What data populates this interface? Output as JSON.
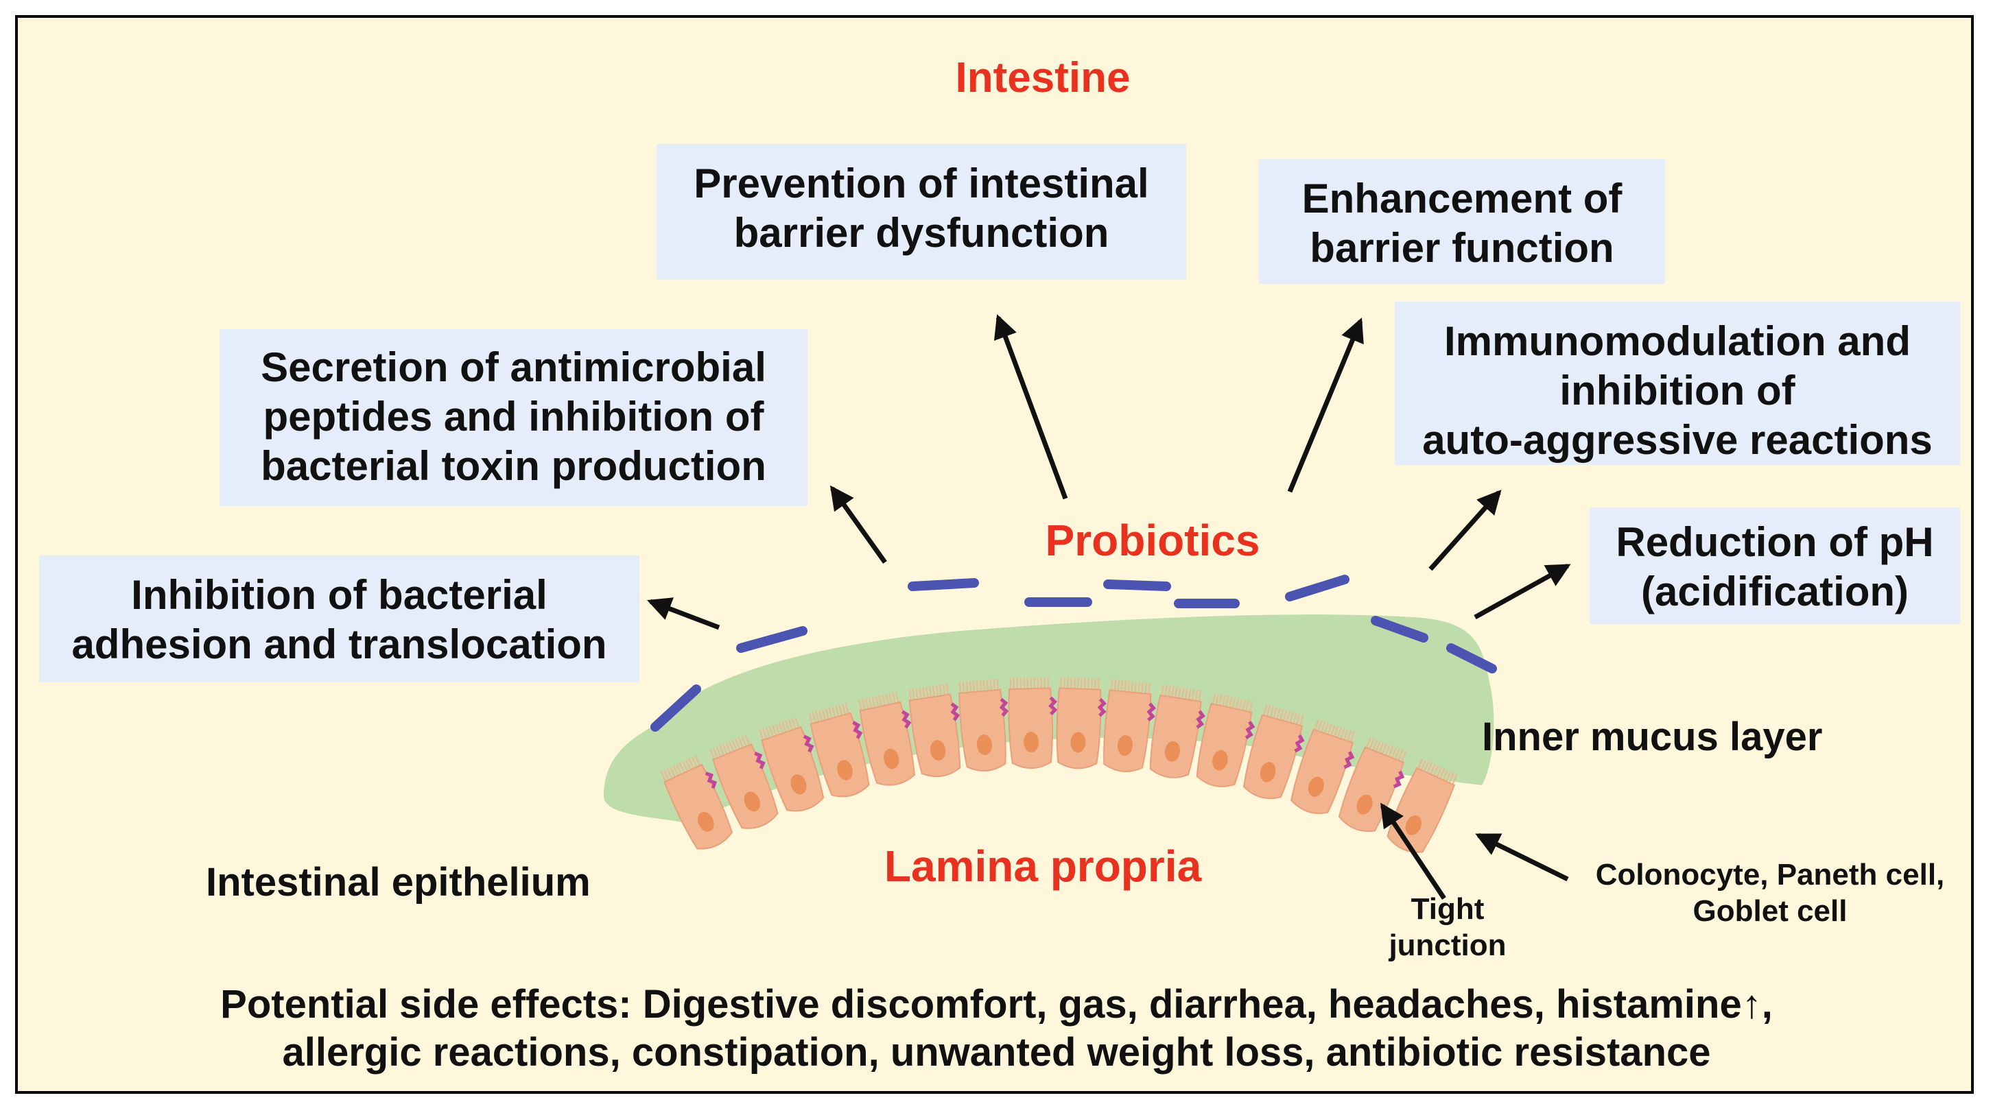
{
  "title": "Intestine",
  "center_label": "Probiotics",
  "effects": {
    "barrier_prevention": [
      "Prevention of intestinal",
      "barrier dysfunction"
    ],
    "barrier_enhancement": [
      "Enhancement of",
      "barrier function"
    ],
    "antimicrobial": [
      "Secretion of antimicrobial",
      "peptides and inhibition of",
      "bacterial toxin production"
    ],
    "immunomodulation": [
      "Immunomodulation and",
      "inhibition  of",
      "auto-aggressive reactions"
    ],
    "adhesion": [
      "Inhibition of bacterial",
      "adhesion and translocation"
    ],
    "ph": [
      "Reduction of pH",
      "(acidification)"
    ]
  },
  "anatomy": {
    "mucus": "Inner mucus layer",
    "epithelium": "Intestinal epithelium",
    "lamina": "Lamina propria",
    "tight_junction": [
      "Tight",
      "junction"
    ],
    "cell_types": [
      "Colonocyte, Paneth cell,",
      "Goblet cell"
    ]
  },
  "side_effects": [
    "Potential side effects: Digestive discomfort, gas, diarrhea, headaches, histamine↑,",
    "allergic reactions, constipation, unwanted weight loss, antibiotic resistance"
  ],
  "colors": {
    "background": "#fef7dc",
    "box": "#e5ecfa",
    "red_text": "#e8311f",
    "mucus": "#bfdcab",
    "cell": "#f2b48f",
    "nucleus": "#e98f57",
    "junction": "#c2459b",
    "probiotic_dash": "#4b54b1"
  }
}
